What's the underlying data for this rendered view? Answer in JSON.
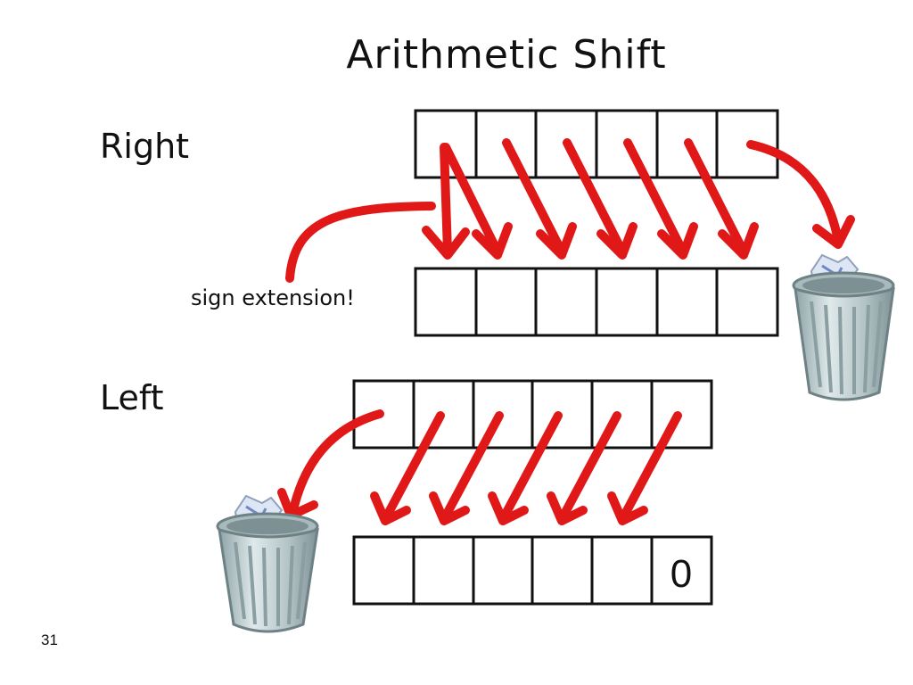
{
  "title": "Arithmetic Shift",
  "right": {
    "label": "Right",
    "annotation": "sign extension!",
    "register_bits": 6,
    "result_cells": [
      "",
      "",
      "",
      "",
      "",
      ""
    ]
  },
  "left": {
    "label": "Left",
    "register_bits": 6,
    "result_cells": [
      "",
      "",
      "",
      "",
      "",
      "0"
    ]
  },
  "page_number": "31",
  "colors": {
    "arrow": "#e01818",
    "arrow_stroke": "#c21010",
    "box_border": "#111111",
    "trash_body": "#b9c9cc",
    "trash_paper": "#dde6f4"
  },
  "icons": [
    "trash-can-icon",
    "trash-can-icon"
  ]
}
